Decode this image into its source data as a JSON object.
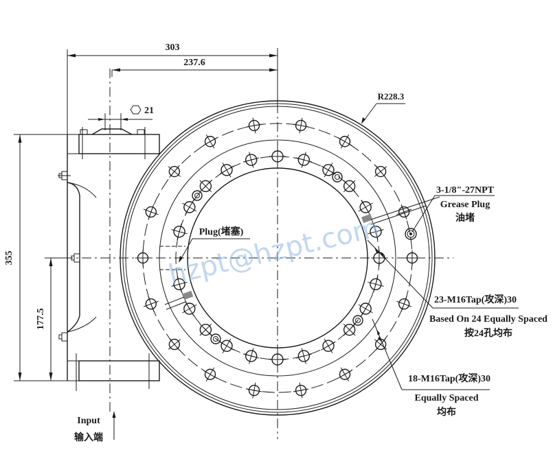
{
  "drawing": {
    "title": "Slewing drive outline drawing",
    "background": "#ffffff",
    "line_color": "#1a1a1a",
    "watermark_color": "#8fb8e8"
  },
  "dimensions": {
    "overall_width": "303",
    "center_offset": "237.6",
    "hex_size": "21",
    "overall_height": "355",
    "half_height": "177.5",
    "outer_radius": "R228.3"
  },
  "callouts": {
    "grease_plug": {
      "spec": "3-1/8\"-27NPT",
      "label_en": "Grease Plug",
      "label_cn": "油堵"
    },
    "plug": {
      "label": "Plug(堵塞)"
    },
    "inner_holes": {
      "spec": "23-M16Tap(攻深)30",
      "note_en": "Based On 24 Equally Spaced",
      "note_cn": "按24孔均布"
    },
    "outer_holes": {
      "spec": "18-M16Tap(攻深)30",
      "note_en": "Equally Spaced",
      "note_cn": "均布"
    },
    "input": {
      "label_en": "Input",
      "label_cn": "输入端"
    }
  },
  "watermark": {
    "text": "hzpt@hzpt.com"
  },
  "icons": {
    "hex": "hexagon-icon"
  }
}
